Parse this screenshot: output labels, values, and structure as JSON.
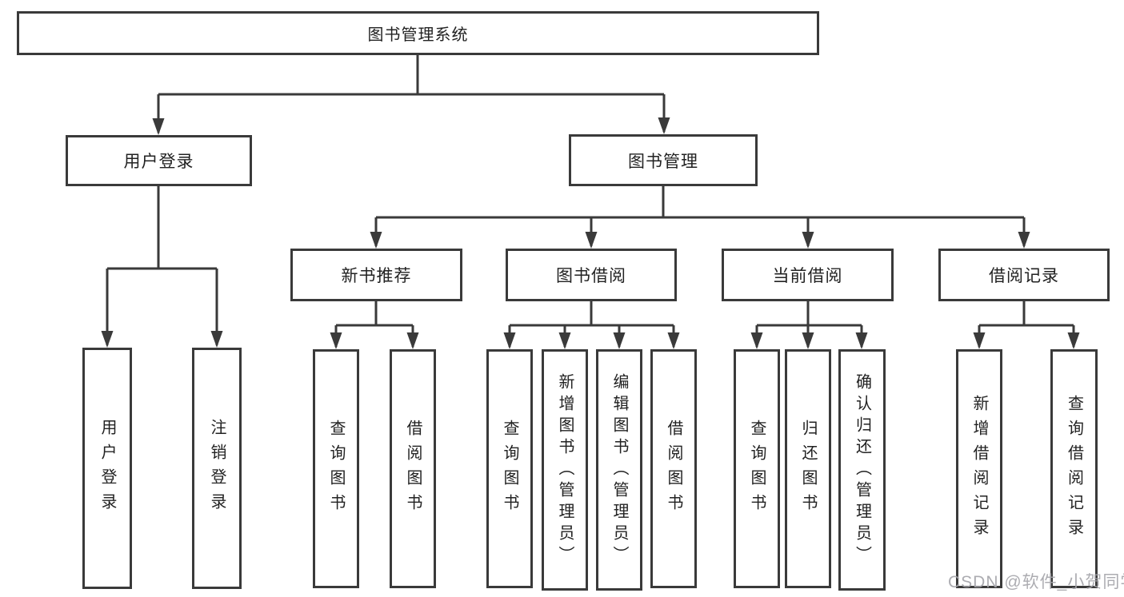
{
  "diagram": {
    "title": "图书管理系统",
    "root": {
      "label": "图书管理系统"
    },
    "branches": [
      {
        "label": "用户登录",
        "children": [
          {
            "label": "用户登录"
          },
          {
            "label": "注销登录"
          }
        ]
      },
      {
        "label": "图书管理",
        "children": [
          {
            "label": "新书推荐",
            "children": [
              {
                "label": "查询图书"
              },
              {
                "label": "借阅图书"
              }
            ]
          },
          {
            "label": "图书借阅",
            "children": [
              {
                "label": "查询图书"
              },
              {
                "label": "新增图书（管理员）"
              },
              {
                "label": "编辑图书（管理员）"
              },
              {
                "label": "借阅图书"
              }
            ]
          },
          {
            "label": "当前借阅",
            "children": [
              {
                "label": "查询图书"
              },
              {
                "label": "归还图书"
              },
              {
                "label": "确认归还（管理员）"
              }
            ]
          },
          {
            "label": "借阅记录",
            "children": [
              {
                "label": "新增借阅记录"
              },
              {
                "label": "查询借阅记录"
              }
            ]
          }
        ]
      }
    ],
    "watermark": "CSDN @软件_小贺同学",
    "colors": {
      "line": "#3a3a3a",
      "text": "#222222",
      "background": "#ffffff",
      "watermark": "#a5a5aa"
    }
  }
}
